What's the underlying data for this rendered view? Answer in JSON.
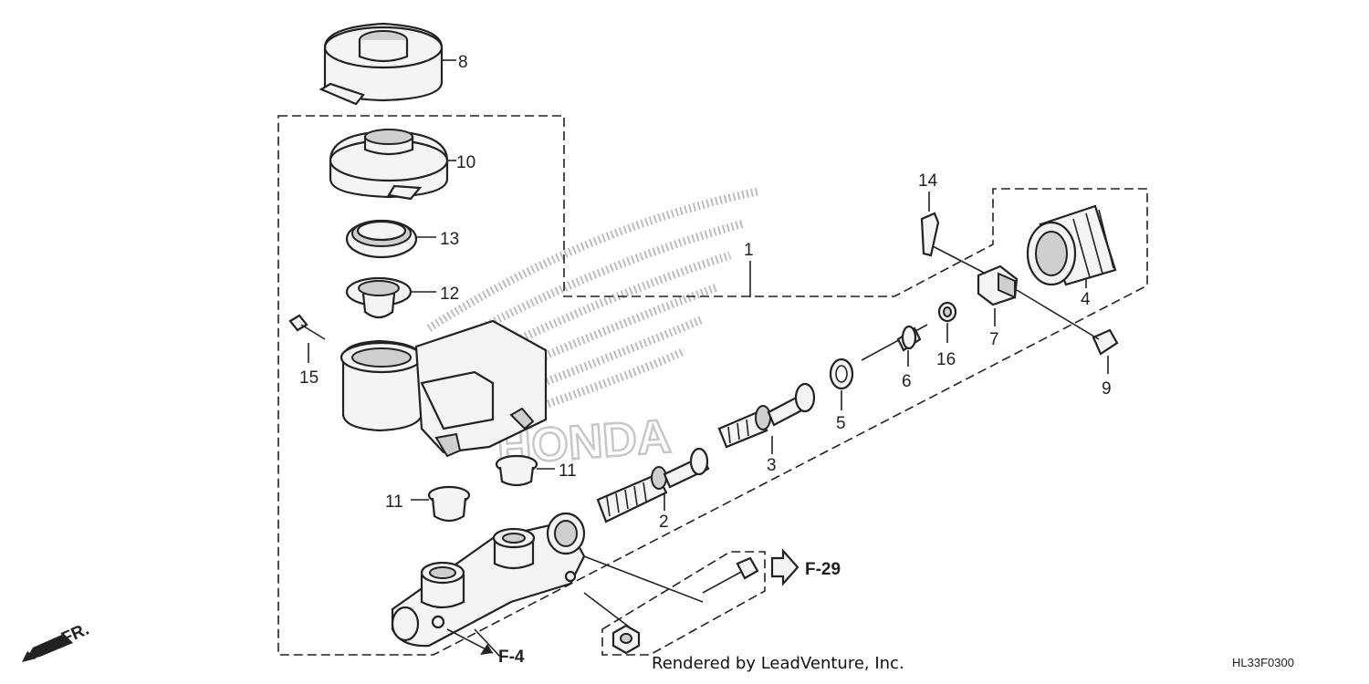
{
  "callouts": [
    {
      "id": "c1",
      "label": "1"
    },
    {
      "id": "c2",
      "label": "2"
    },
    {
      "id": "c3",
      "label": "3"
    },
    {
      "id": "c4",
      "label": "4"
    },
    {
      "id": "c5",
      "label": "5"
    },
    {
      "id": "c6",
      "label": "6"
    },
    {
      "id": "c7",
      "label": "7"
    },
    {
      "id": "c8",
      "label": "8"
    },
    {
      "id": "c9",
      "label": "9"
    },
    {
      "id": "c10",
      "label": "10"
    },
    {
      "id": "c11a",
      "label": "11"
    },
    {
      "id": "c11b",
      "label": "11"
    },
    {
      "id": "c12",
      "label": "12"
    },
    {
      "id": "c13",
      "label": "13"
    },
    {
      "id": "c14",
      "label": "14"
    },
    {
      "id": "c15",
      "label": "15"
    },
    {
      "id": "c16",
      "label": "16"
    }
  ],
  "refs": {
    "f29": "F-29",
    "f4": "F-4",
    "fr": "FR."
  },
  "watermark_text": "HONDA",
  "credit": "Rendered by LeadVenture, Inc.",
  "diagram_code": "HL33F0300"
}
